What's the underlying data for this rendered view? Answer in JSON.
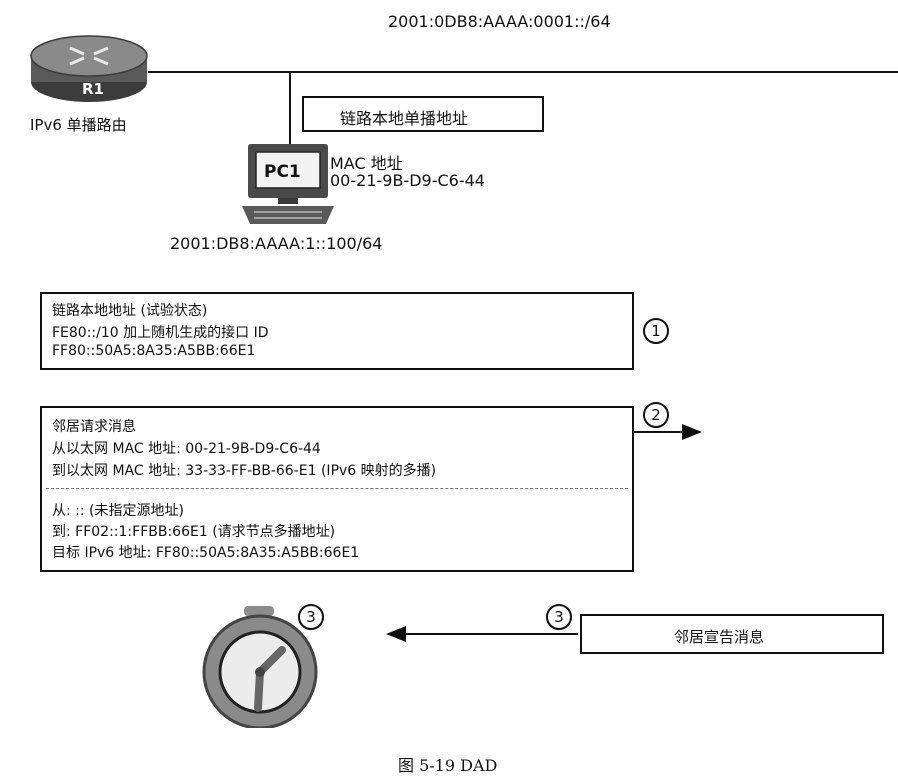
{
  "network": {
    "prefix": "2001:0DB8:AAAA:0001::/64"
  },
  "router": {
    "name": "R1",
    "label": "IPv6 单播路由"
  },
  "link_local_box": {
    "label": "链路本地单播地址"
  },
  "pc": {
    "name": "PC1",
    "mac_label": "MAC 地址",
    "mac": "00-21-9B-D9-C6-44",
    "ipv6": "2001:DB8:AAAA:1::100/64"
  },
  "tentative": {
    "title": "链路本地地址 (试验状态)",
    "line1": "FE80::/10 加上随机生成的接口 ID",
    "line2": "FF80::50A5:8A35:A5BB:66E1",
    "step": "1"
  },
  "ns": {
    "title": "邻居请求消息",
    "eth_from": "从以太网 MAC 地址: 00-21-9B-D9-C6-44",
    "eth_to": "到以太网 MAC 地址: 33-33-FF-BB-66-E1 (IPv6 映射的多播)",
    "ip_from": "从: :: (未指定源地址)",
    "ip_to": "到: FF02::1:FFBB:66E1 (请求节点多播地址)",
    "target": "目标 IPv6 地址: FF80::50A5:8A35:A5BB:66E1",
    "step": "2"
  },
  "na": {
    "label": "邻居宣告消息",
    "step_arrow": "3",
    "step_timer": "3"
  },
  "caption": "图 5-19   DAD",
  "colors": {
    "router_body": "#5a5a5a",
    "timer_ring": "#777777",
    "timer_face": "#eaeaea"
  }
}
